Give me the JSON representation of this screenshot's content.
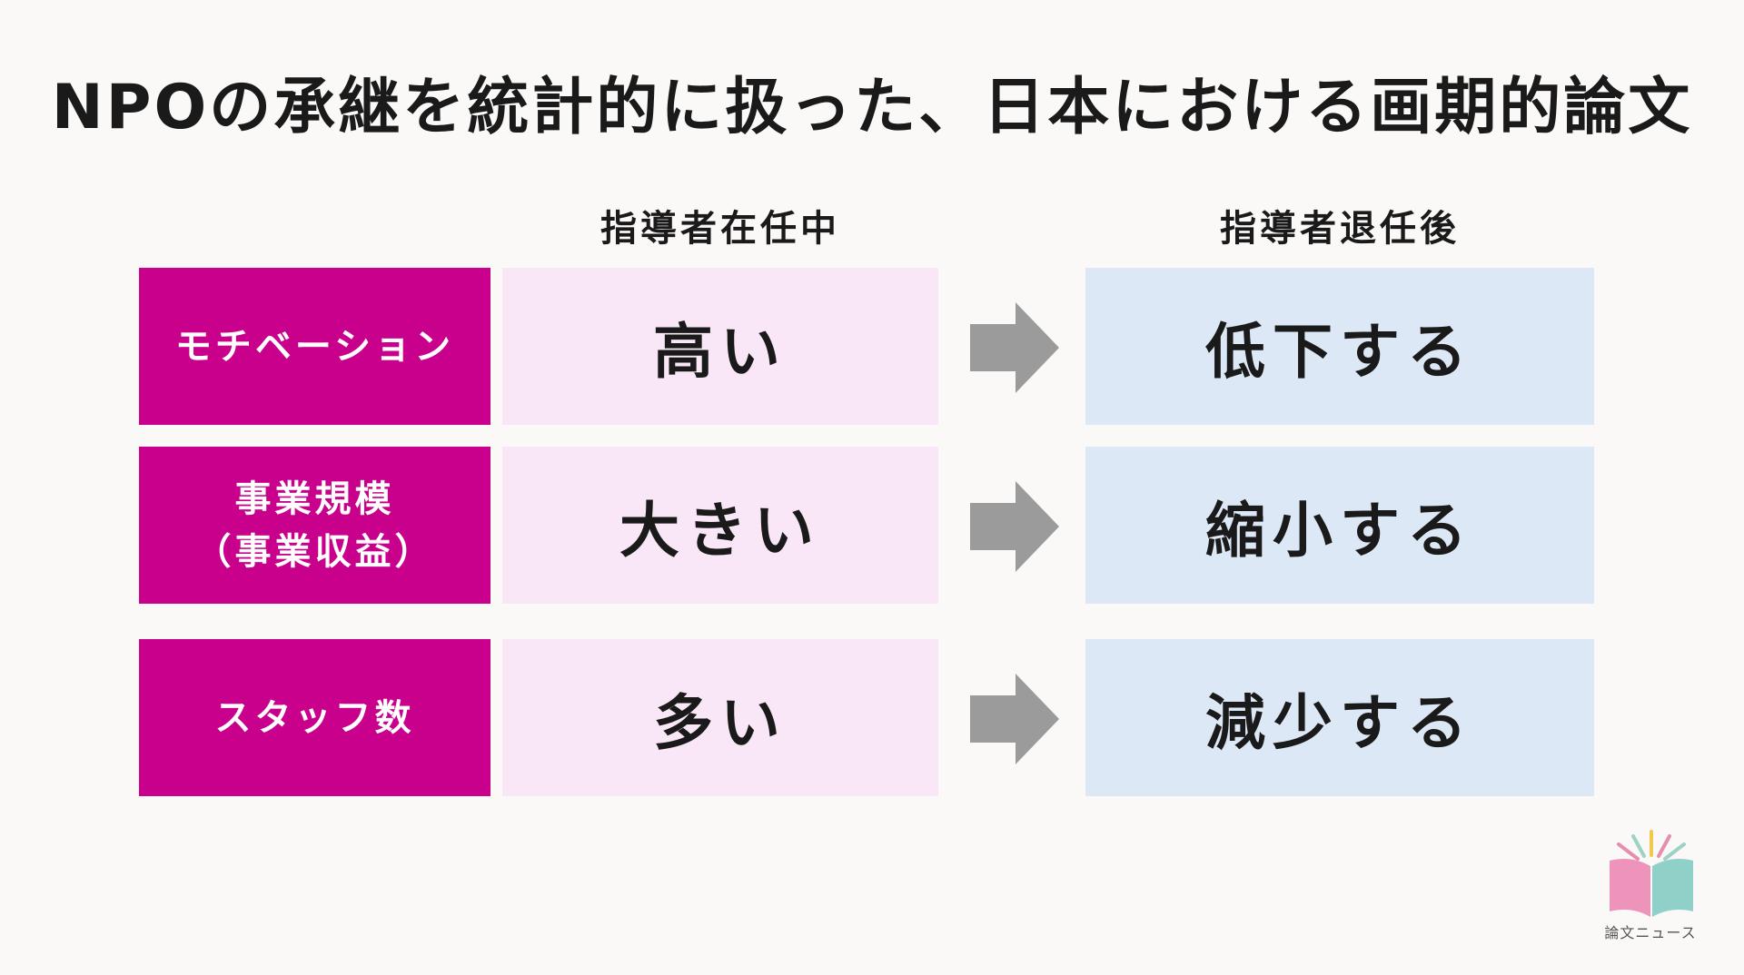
{
  "title": "NPOの承継を統計的に扱った、日本における画期的論文",
  "columns": {
    "during": "指導者在任中",
    "after": "指導者退任後"
  },
  "rows": [
    {
      "label_lines": [
        "モチベーション"
      ],
      "during": "高い",
      "after": "低下する"
    },
    {
      "label_lines": [
        "事業規模",
        "（事業収益）"
      ],
      "during": "大きい",
      "after": "縮小する"
    },
    {
      "label_lines": [
        "スタッフ数"
      ],
      "during": "多い",
      "after": "減少する"
    }
  ],
  "logo": {
    "text": "論文ニュース",
    "icon": "open-book-icon"
  },
  "colors": {
    "label_bg": "#c8008c",
    "during_bg": "#f9e6f7",
    "after_bg": "#dce8f6",
    "arrow": "#9b9b9b",
    "background": "#faf9f7"
  }
}
